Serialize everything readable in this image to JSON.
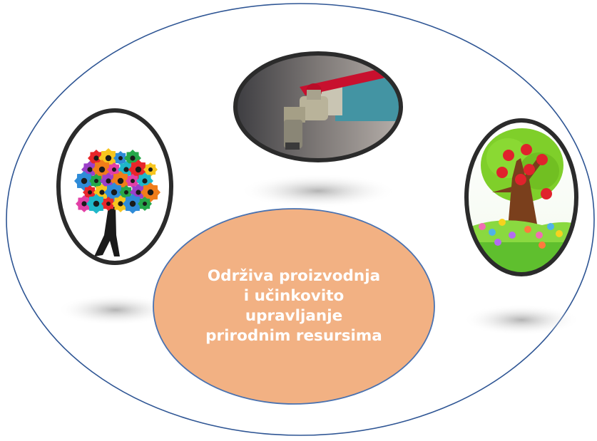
{
  "diagram": {
    "center_label_lines": [
      "Održiva proizvodnja",
      "i učinkovito",
      "upravljanje",
      "prirodnim resursima"
    ]
  },
  "colors": {
    "outer_outline": "#2e5594",
    "center_fill": "#f2b183",
    "center_outline": "#4a72b0",
    "center_text": "#ffffff",
    "picture_frame": "#2b2b2b"
  }
}
